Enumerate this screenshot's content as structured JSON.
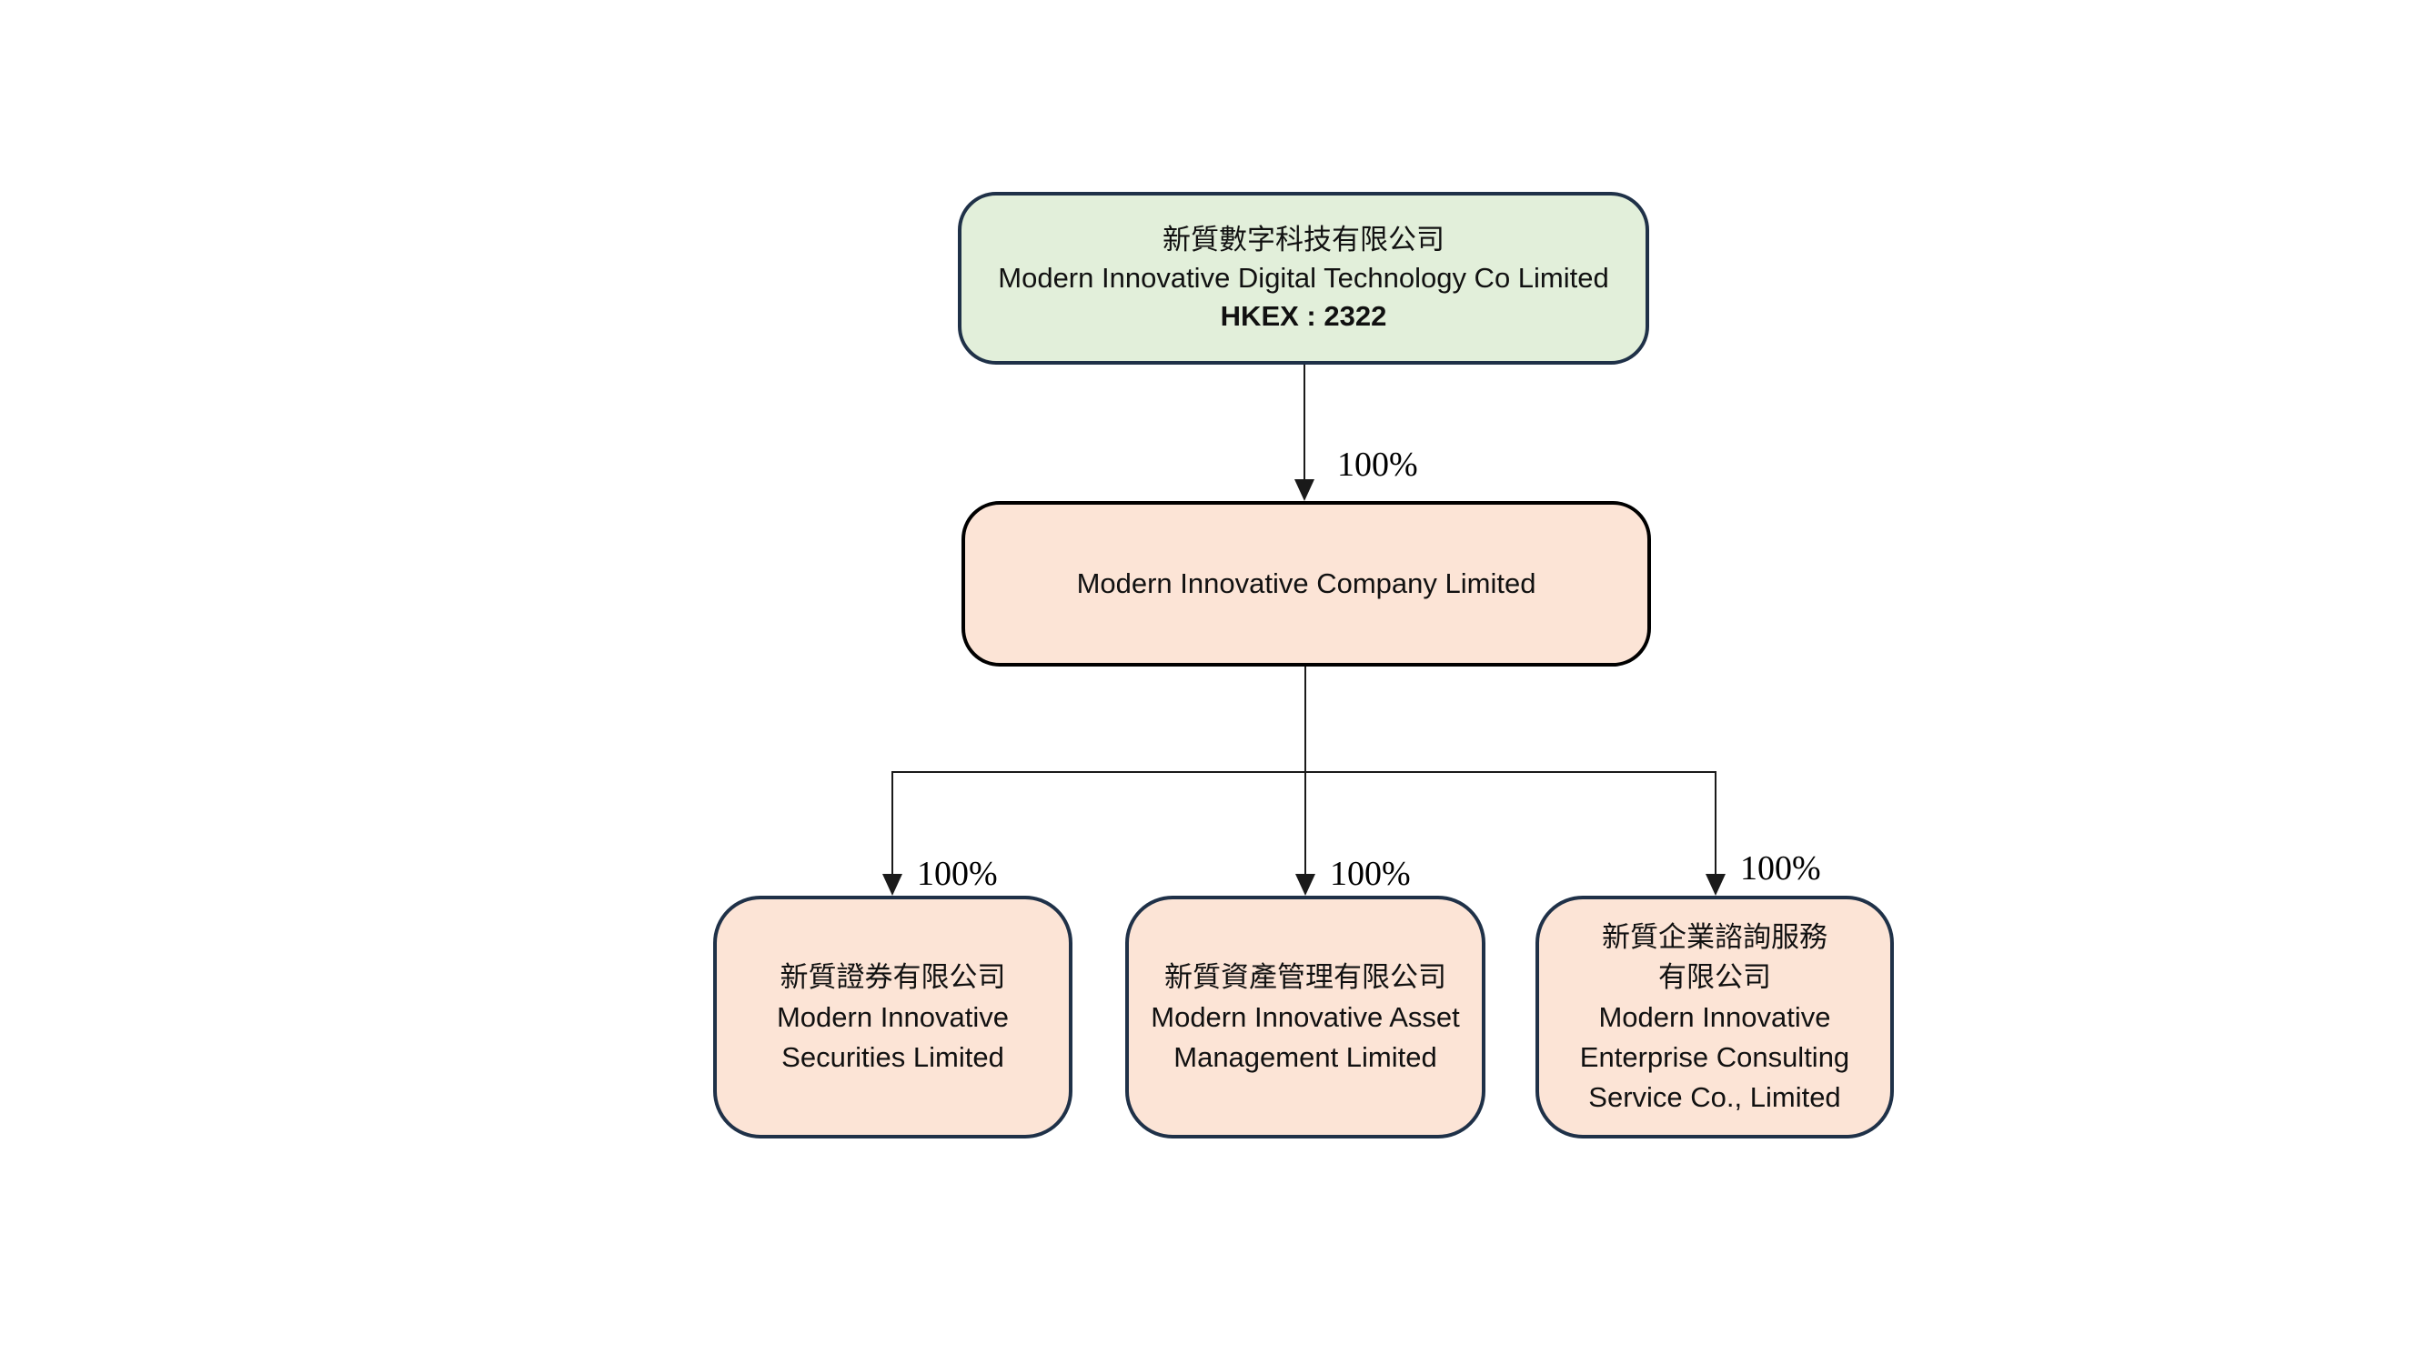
{
  "parent_box": {
    "lines": [
      "新質數字科技有限公司",
      "Modern Innovative Digital Technology Co Limited",
      "HKEX : 2322"
    ]
  },
  "root_to_holding_ownership_label": "100%",
  "holding_box": {
    "lines": [
      "Modern Innovative Company Limited"
    ]
  },
  "subsidiary_boxes": [
    {
      "ownership_label": "100%",
      "lines": [
        "新質證券有限公司",
        "Modern Innovative",
        "Securities Limited"
      ]
    },
    {
      "ownership_label": "100%",
      "lines": [
        "新質資產管理有限公司",
        "Modern Innovative Asset",
        "Management Limited"
      ]
    },
    {
      "ownership_label": "100%",
      "lines": [
        "新質企業諮詢服務",
        "有限公司",
        "Modern Innovative",
        "Enterprise Consulting",
        "Service Co., Limited"
      ]
    }
  ],
  "colors": {
    "parent_fill": "#e2efda",
    "subsidiary_fill": "#fce4d6",
    "navy_border": "#1f3148",
    "black_border": "#000000",
    "line_color": "#1a1a1a",
    "text_color": "#111111"
  }
}
